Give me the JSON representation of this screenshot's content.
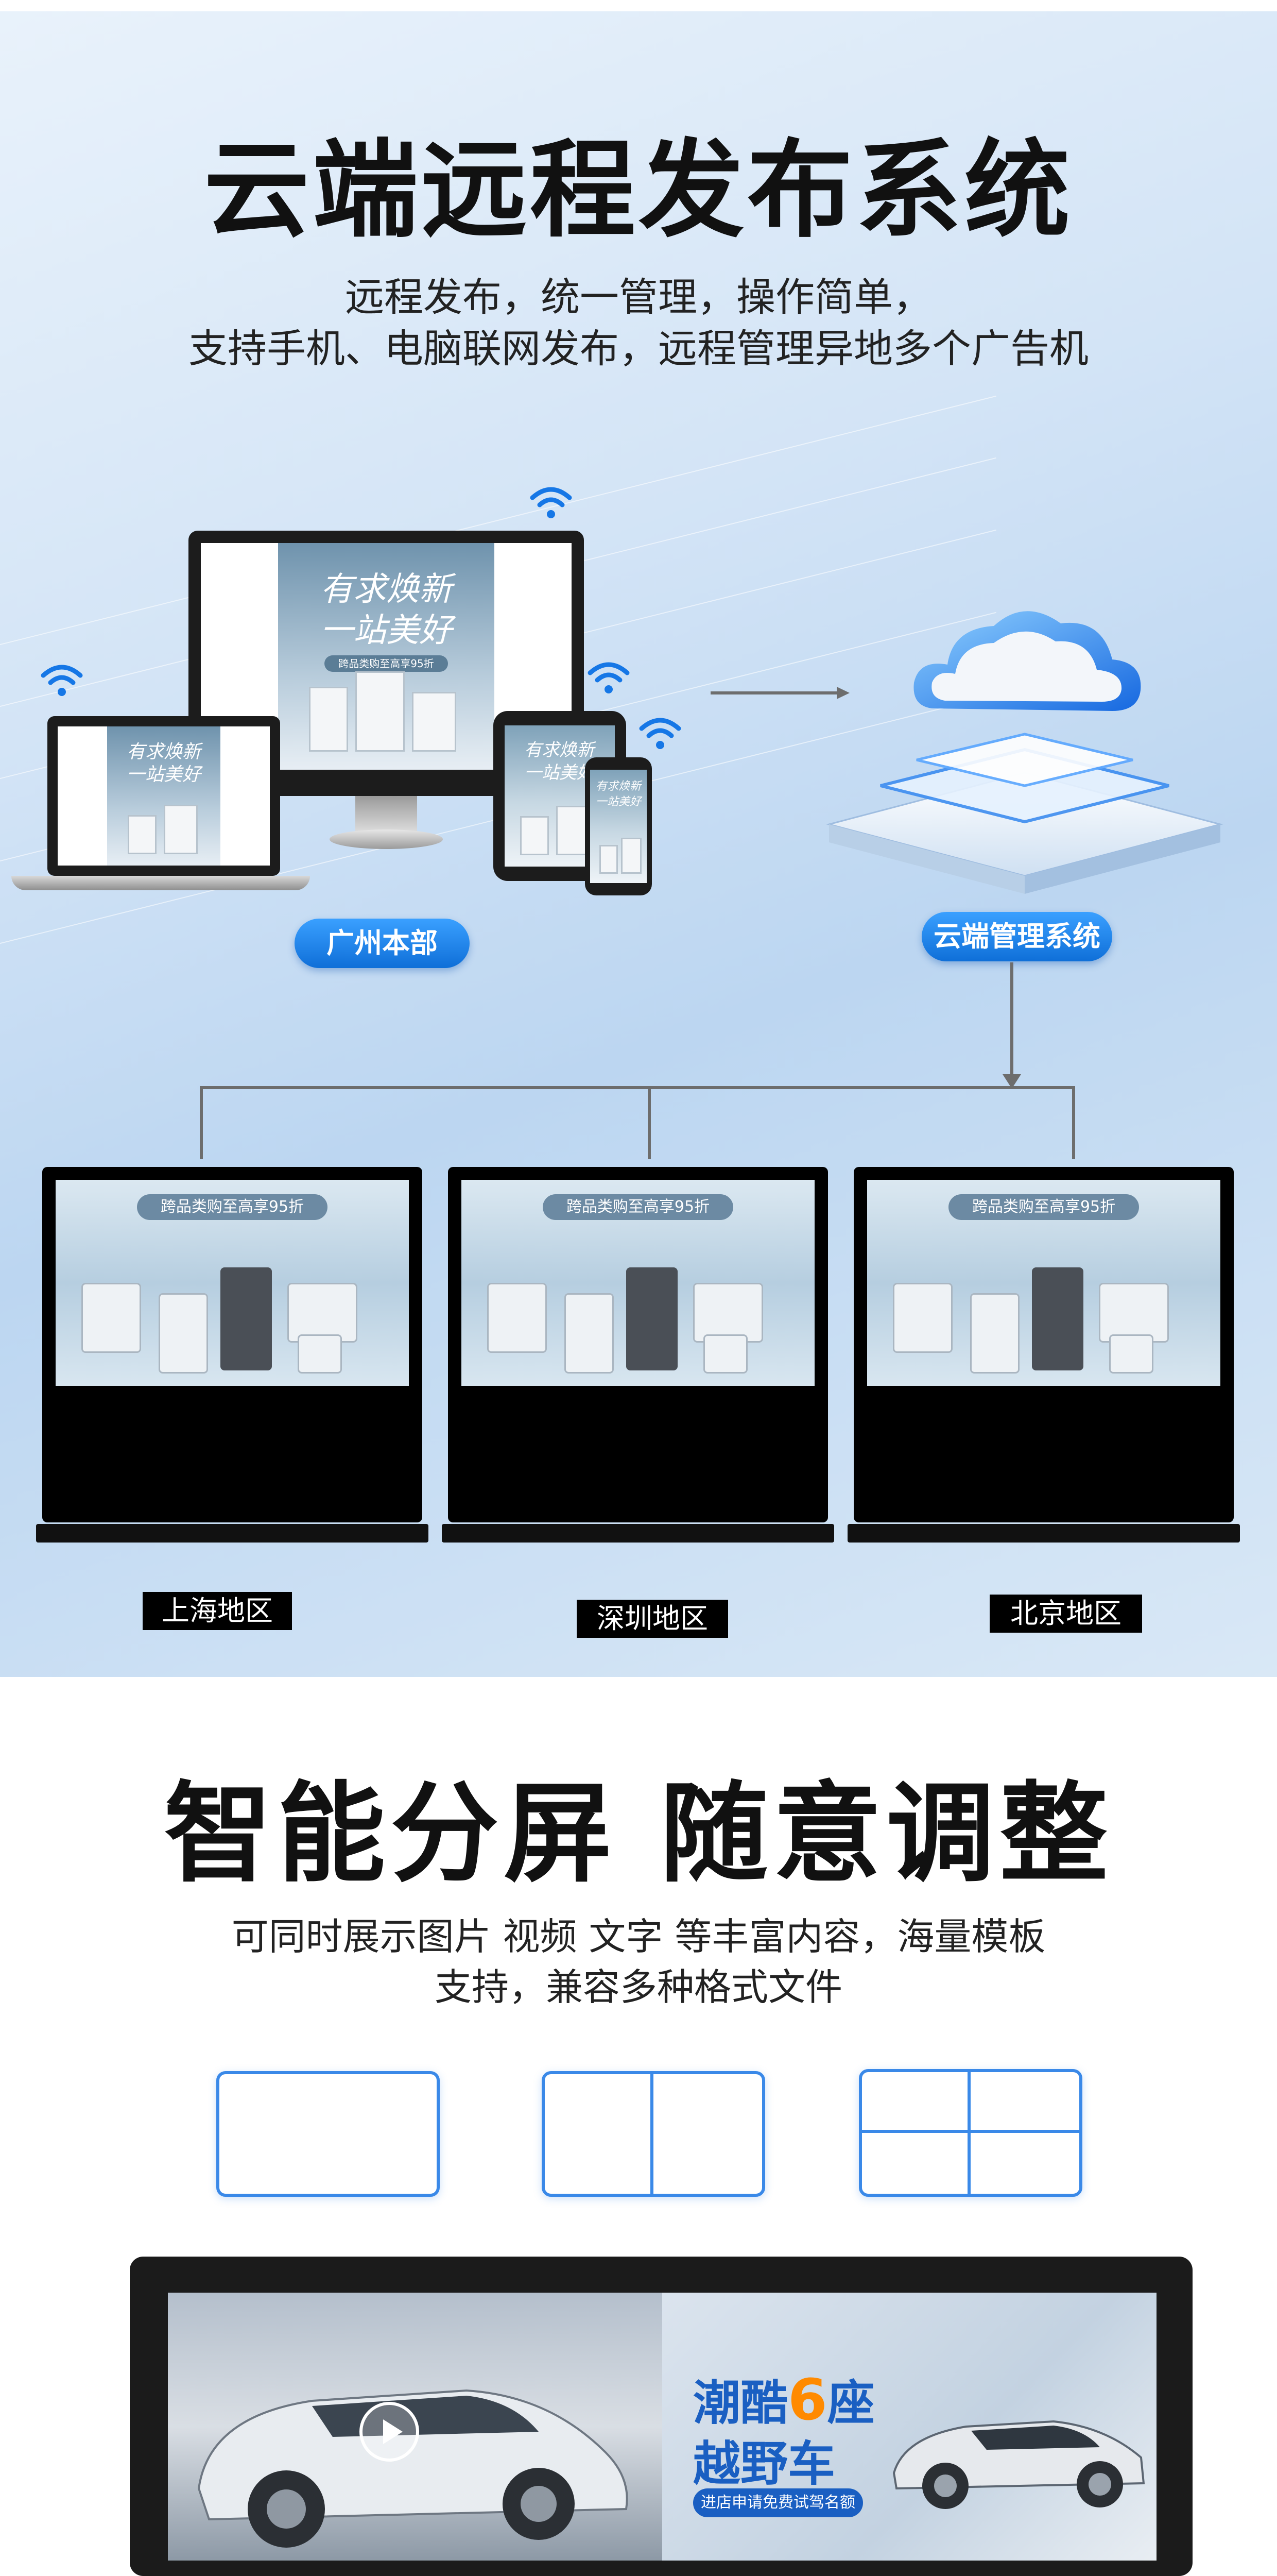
{
  "section1": {
    "title": "云端远程发布系统",
    "subtitle_line1": "远程发布，统一管理，操作简单，",
    "subtitle_line2": "支持手机、电脑联网发布，远程管理异地多个广告机",
    "source_label": "广州本部",
    "cloud_label": "云端管理系统",
    "screen_headline_1": "有求焕新",
    "screen_headline_2": "一站美好",
    "screen_banner": "跨品类购至高享95折",
    "kiosk_banner": "跨品类购至高享95折",
    "regions": [
      "上海地区",
      "深圳地区",
      "北京地区"
    ]
  },
  "section2": {
    "title": "智能分屏 随意调整",
    "subtitle_line1": "可同时展示图片 视频 文字 等丰富内容，海量模板",
    "subtitle_line2": "支持，兼容多种格式文件",
    "layouts": [
      "single",
      "two-column",
      "four-grid"
    ],
    "promo_line1_a": "潮酷",
    "promo_line1_num": "6",
    "promo_line1_b": "座",
    "promo_line2": "越野车",
    "promo_tag": "进店申请免费试驾名额"
  },
  "colors": {
    "accent": "#1677e6",
    "layout_border": "#3a89e8",
    "promo_accent": "#ff8a00"
  }
}
